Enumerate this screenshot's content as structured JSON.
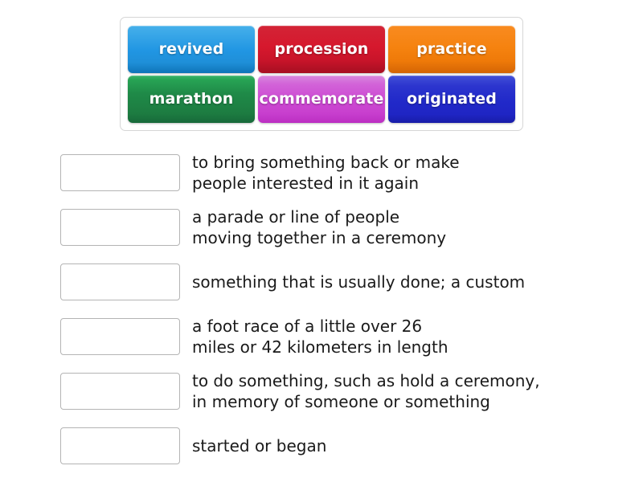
{
  "word_bank": {
    "tiles": [
      {
        "label": "revived",
        "color": "#2196e3",
        "style": "tile-blue"
      },
      {
        "label": "procession",
        "color": "#d6182d",
        "style": "tile-red"
      },
      {
        "label": "practice",
        "color": "#f5820f",
        "style": "tile-orange"
      },
      {
        "label": "marathon",
        "color": "#1f8a48",
        "style": "tile-green"
      },
      {
        "label": "commemorate",
        "color": "#cd4ad3",
        "style": "tile-magenta"
      },
      {
        "label": "originated",
        "color": "#2129c9",
        "style": "tile-indigo"
      }
    ]
  },
  "definitions": [
    {
      "answer": "",
      "text": "to bring something back or make\npeople interested in it again"
    },
    {
      "answer": "",
      "text": "a parade or line of people\nmoving together in a ceremony"
    },
    {
      "answer": "",
      "text": "something that is usually done; a custom"
    },
    {
      "answer": "",
      "text": "a foot race of a little over 26\nmiles or 42 kilometers in length"
    },
    {
      "answer": "",
      "text": "to do something, such as hold a ceremony,\nin memory of someone or something"
    },
    {
      "answer": "",
      "text": "started or began"
    }
  ]
}
